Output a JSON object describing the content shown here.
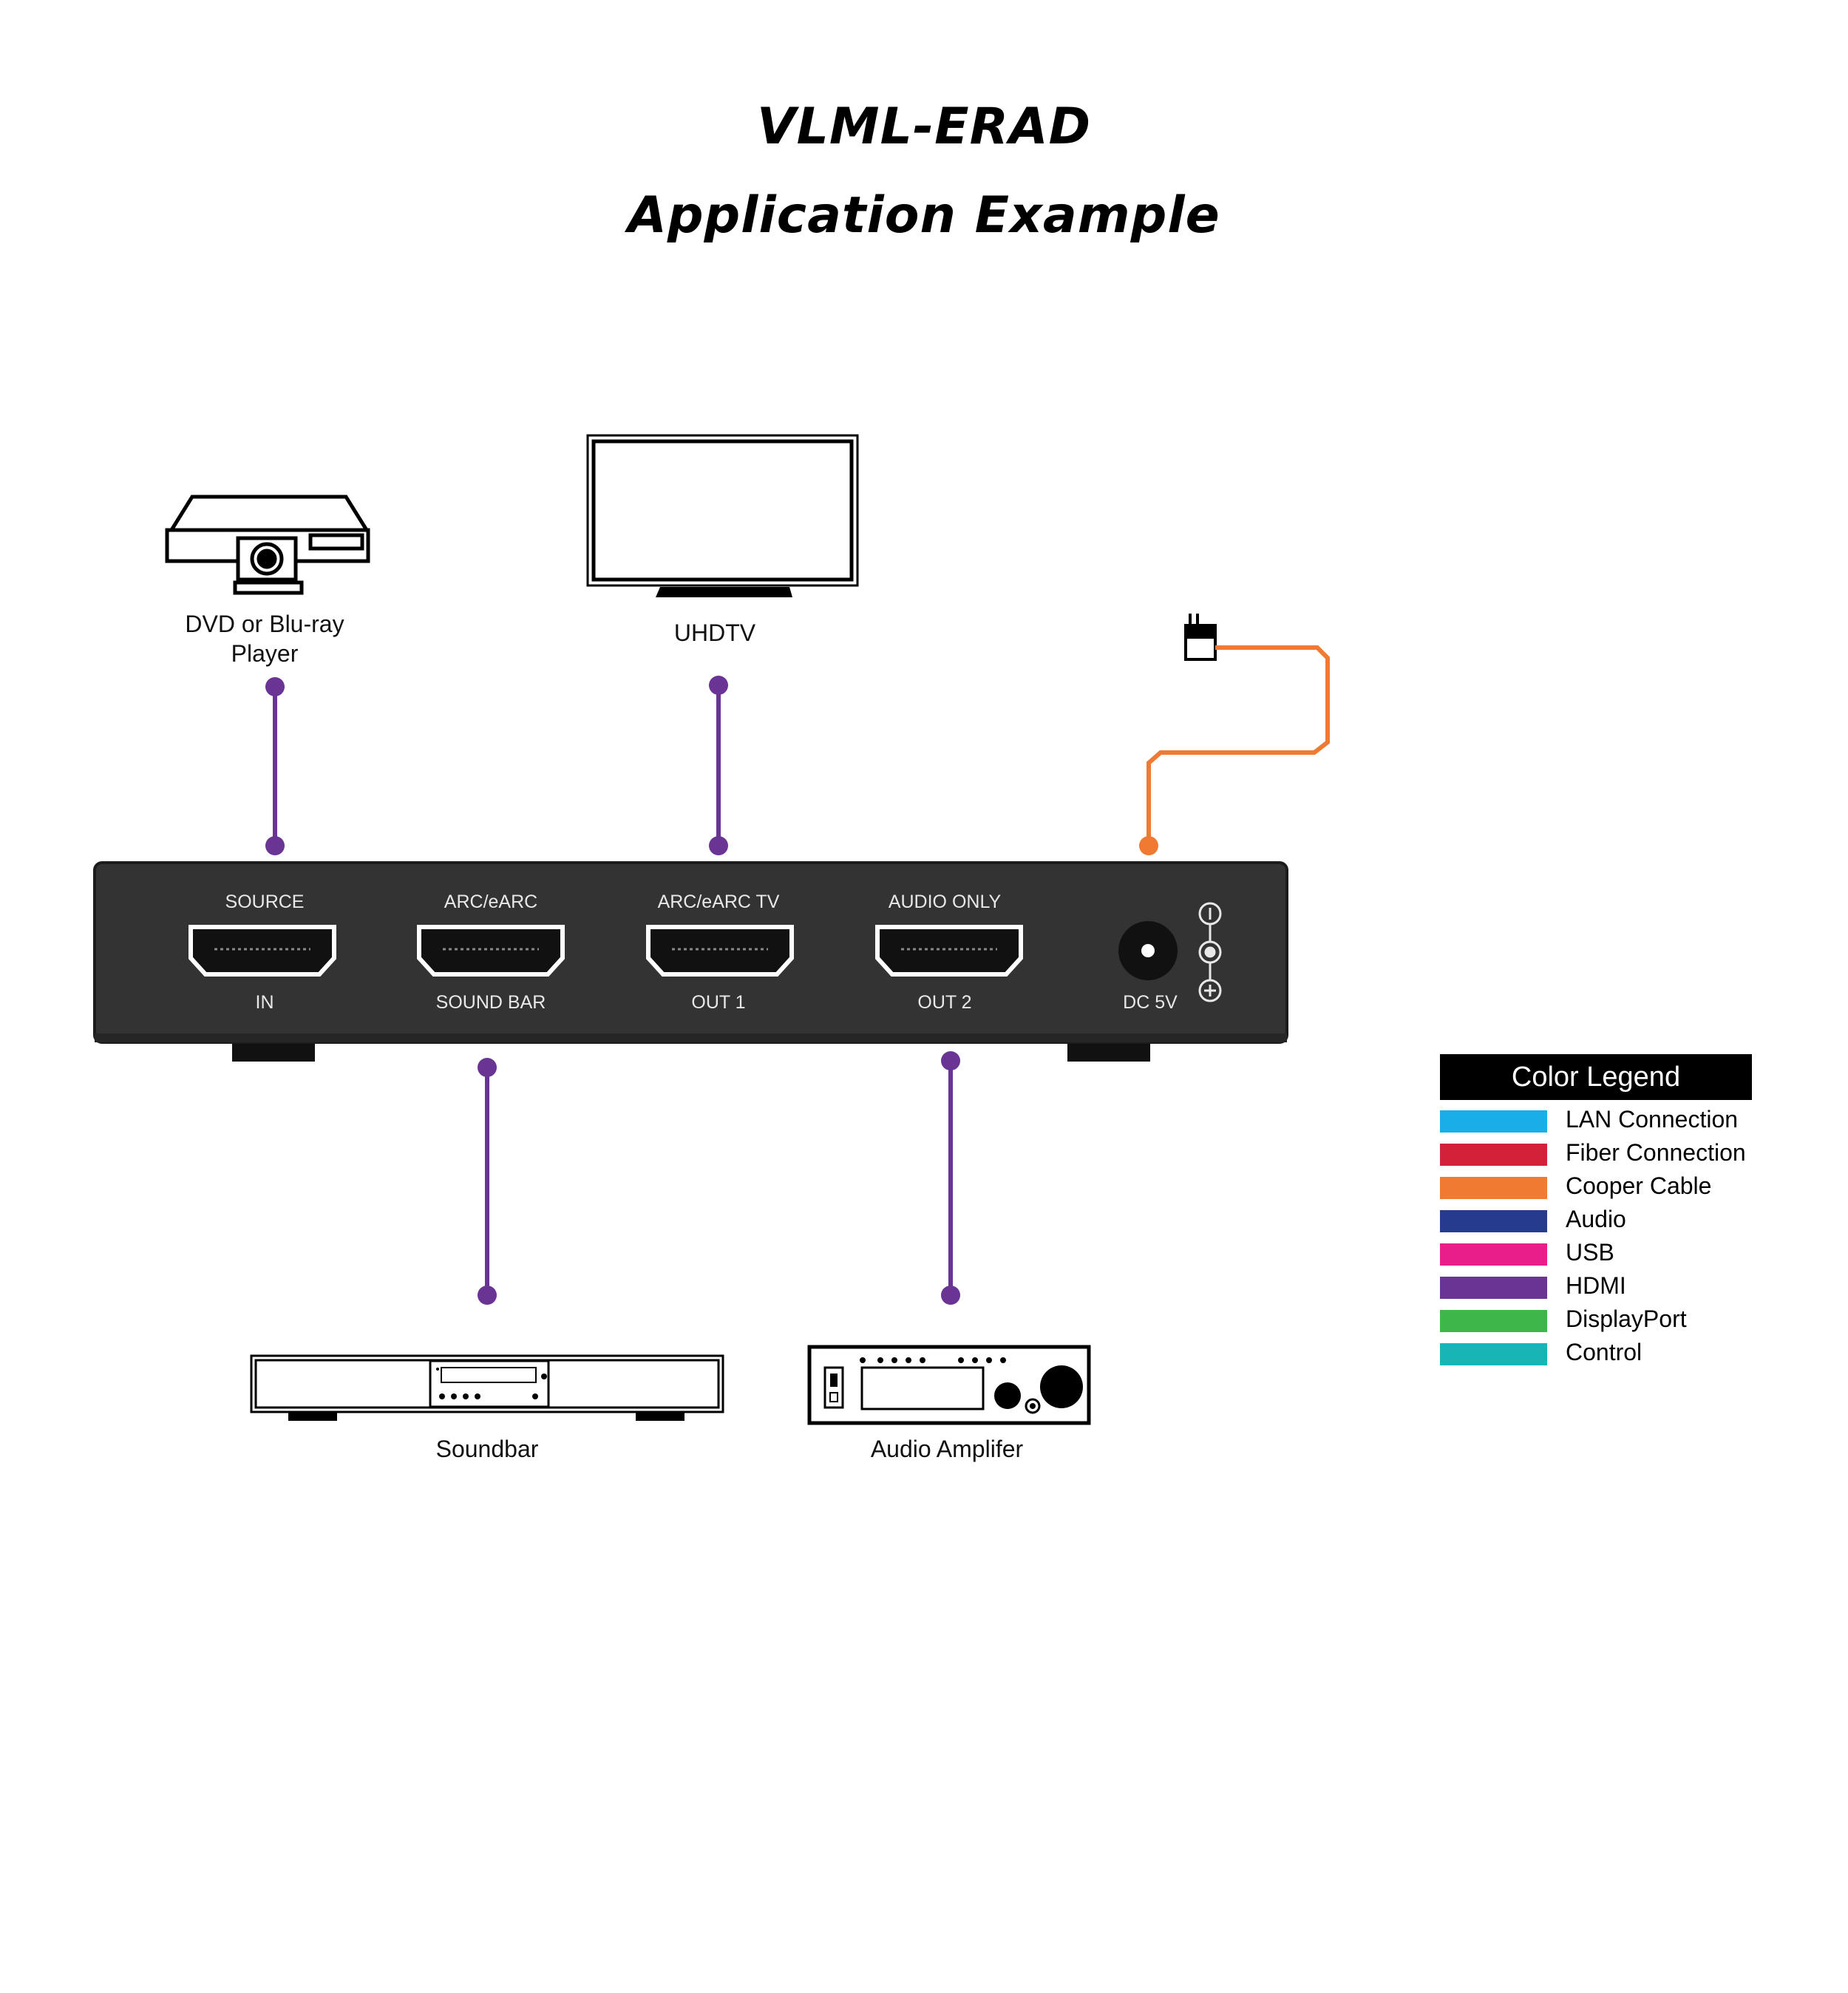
{
  "title": "VLML-ERAD",
  "subtitle": "Application Example",
  "devices": {
    "player": "DVD or Blu-ray\nPlayer",
    "tv": "UHDTV",
    "soundbar": "Soundbar",
    "amplifier": "Audio Amplifer"
  },
  "ports": [
    {
      "top": "SOURCE",
      "bottom": "IN"
    },
    {
      "top": "ARC/eARC",
      "bottom": "SOUND BAR"
    },
    {
      "top": "ARC/eARC TV",
      "bottom": "OUT 1"
    },
    {
      "top": "AUDIO ONLY",
      "bottom": "OUT 2"
    }
  ],
  "power_label": "DC 5V",
  "legend": {
    "title": "Color Legend",
    "items": [
      {
        "label": "LAN Connection",
        "color": "#1aaee8"
      },
      {
        "label": "Fiber Connection",
        "color": "#d4213a"
      },
      {
        "label": "Cooper Cable",
        "color": "#f07a31"
      },
      {
        "label": "Audio",
        "color": "#263a8e"
      },
      {
        "label": "USB",
        "color": "#ea1e8b"
      },
      {
        "label": "HDMI",
        "color": "#6a3494"
      },
      {
        "label": "DisplayPort",
        "color": "#3fb64a"
      },
      {
        "label": "Control",
        "color": "#17b5b5"
      }
    ]
  },
  "colors": {
    "hdmi": "#6a3494",
    "copper": "#f07a31",
    "device_body": "#333333"
  }
}
